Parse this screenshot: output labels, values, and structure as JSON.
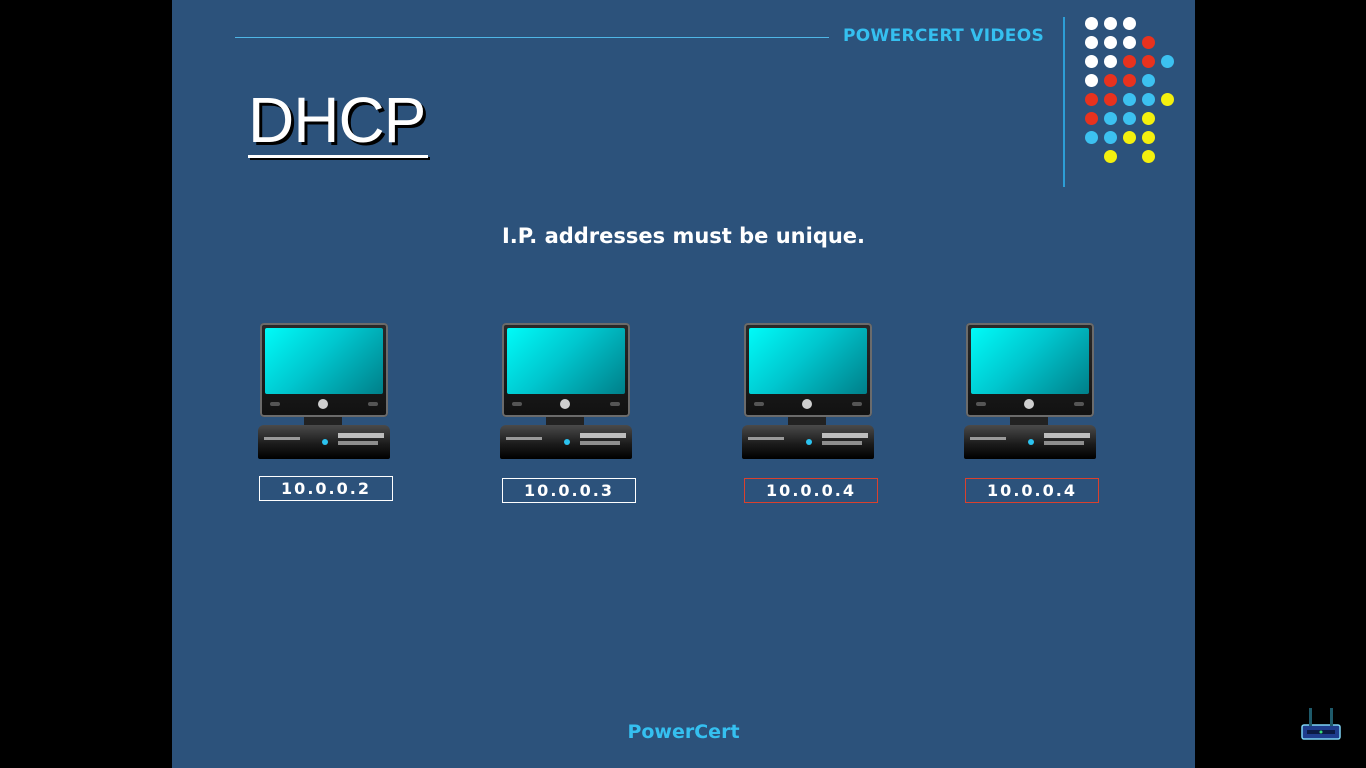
{
  "brand": "POWERCERT VIDEOS",
  "title": "DHCP",
  "subtitle": "I.P. addresses must be unique.",
  "computers": [
    {
      "ip": "10.0.0.2",
      "duplicate": false
    },
    {
      "ip": "10.0.0.3",
      "duplicate": false
    },
    {
      "ip": "10.0.0.4",
      "duplicate": true
    },
    {
      "ip": "10.0.0.4",
      "duplicate": true
    }
  ],
  "footer": "PowerCert",
  "colors": {
    "slide_bg": "#2c527b",
    "accent": "#35c0f0",
    "duplicate_border": "#d9412e",
    "dot_white": "#ffffff",
    "dot_red": "#e8321e",
    "dot_blue": "#3cc1f0",
    "dot_yellow": "#f4f00e"
  },
  "icons": {
    "corner": "router-icon"
  }
}
